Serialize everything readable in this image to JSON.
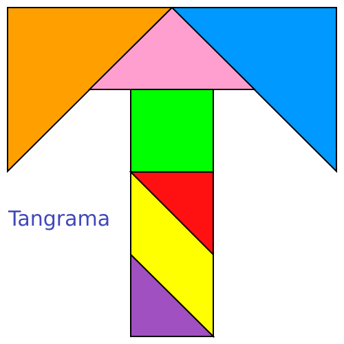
{
  "caption": "Tangrama",
  "colors": {
    "caption": "#3f48b8",
    "outline": "#000000",
    "background": "#ffffff"
  },
  "pieces": [
    {
      "name": "orange-large-triangle",
      "shape": "triangle",
      "color": "#ff9f00"
    },
    {
      "name": "blue-large-triangle",
      "shape": "triangle",
      "color": "#0099ff"
    },
    {
      "name": "pink-medium-triangle",
      "shape": "triangle",
      "color": "#ff9fcf"
    },
    {
      "name": "green-square",
      "shape": "square",
      "color": "#00ff00"
    },
    {
      "name": "red-small-triangle",
      "shape": "triangle",
      "color": "#ff1111"
    },
    {
      "name": "yellow-parallelogram",
      "shape": "parallelogram",
      "color": "#ffff00"
    },
    {
      "name": "purple-small-triangle",
      "shape": "triangle",
      "color": "#a050c0"
    }
  ]
}
